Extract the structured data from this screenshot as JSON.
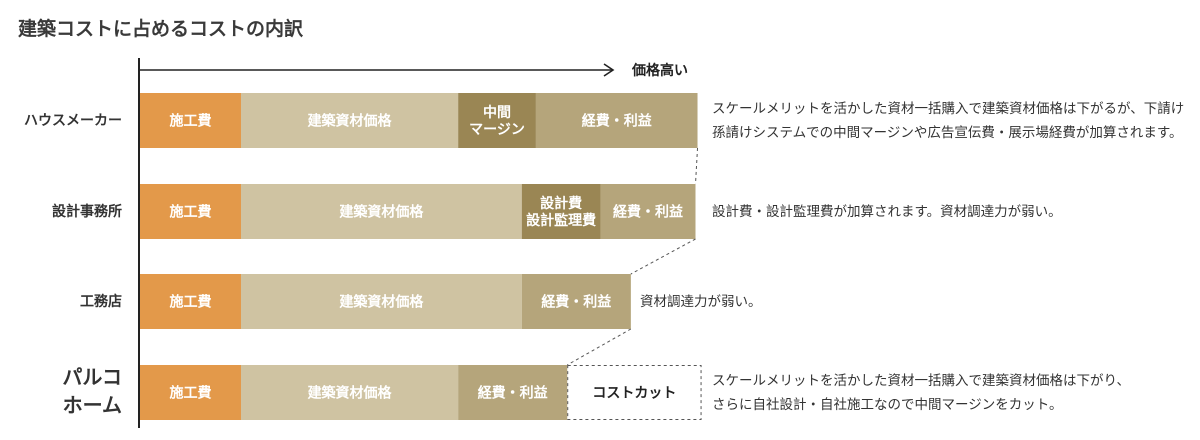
{
  "title": "建築コストに占めるコストの内訳",
  "axis_label": "価格高い",
  "chart_data": {
    "type": "bar",
    "orientation": "horizontal",
    "stacked": true,
    "rows": [
      {
        "name": "ハウスメーカー",
        "segments": [
          {
            "label": [
              "施工費"
            ],
            "value": 1.0,
            "color": "#e3994a"
          },
          {
            "label": [
              "建築資材価格"
            ],
            "value": 2.15,
            "color": "#cfc3a2"
          },
          {
            "label": [
              "中間",
              "マージン"
            ],
            "value": 0.77,
            "color": "#9a8654"
          },
          {
            "label": [
              "経費・利益"
            ],
            "value": 1.6,
            "color": "#b5a57b"
          }
        ],
        "description": [
          "スケールメリットを活かした資材一括購入で建築資材価格は下がるが、下請け",
          "孫請けシステムでの中間マージンや広告宣伝費・展示場経費が加算されます。"
        ]
      },
      {
        "name": "設計事務所",
        "segments": [
          {
            "label": [
              "施工費"
            ],
            "value": 1.0,
            "color": "#e3994a"
          },
          {
            "label": [
              "建築資材価格"
            ],
            "value": 2.78,
            "color": "#cfc3a2"
          },
          {
            "label": [
              "設計費",
              "設計監理費"
            ],
            "value": 0.78,
            "color": "#9a8654"
          },
          {
            "label": [
              "経費・利益"
            ],
            "value": 0.94,
            "color": "#b5a57b"
          }
        ],
        "description": [
          "設計費・設計監理費が加算されます。資材調達力が弱い。"
        ]
      },
      {
        "name": "工務店",
        "segments": [
          {
            "label": [
              "施工費"
            ],
            "value": 1.0,
            "color": "#e3994a"
          },
          {
            "label": [
              "建築資材価格"
            ],
            "value": 2.78,
            "color": "#cfc3a2"
          },
          {
            "label": [
              "経費・利益"
            ],
            "value": 1.08,
            "color": "#b5a57b"
          }
        ],
        "description": [
          "資材調達力が弱い。"
        ]
      },
      {
        "name": "パルコ\nホーム",
        "segments": [
          {
            "label": [
              "施工費"
            ],
            "value": 1.0,
            "color": "#e3994a"
          },
          {
            "label": [
              "建築資材価格"
            ],
            "value": 2.15,
            "color": "#cfc3a2"
          },
          {
            "label": [
              "経費・利益"
            ],
            "value": 1.08,
            "color": "#b5a57b"
          },
          {
            "label": [
              "コストカット"
            ],
            "value": 1.33,
            "color": "#ffffff",
            "dashed": true
          }
        ],
        "description": [
          "スケールメリットを活かした資材一括購入で建築資材価格は下がり、",
          "さらに自社設計・自社施工なので中間マージンをカット。"
        ]
      }
    ]
  }
}
